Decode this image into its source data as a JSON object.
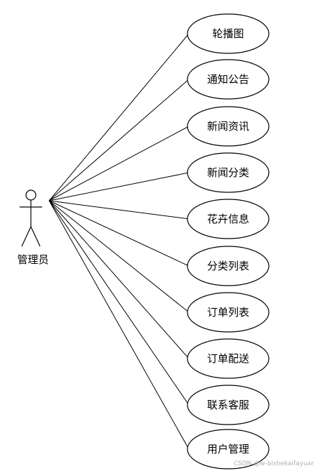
{
  "actor": {
    "label": "管理员"
  },
  "use_cases": [
    {
      "label": "轮播图"
    },
    {
      "label": "通知公告"
    },
    {
      "label": "新闻资讯"
    },
    {
      "label": "新闻分类"
    },
    {
      "label": "花卉信息"
    },
    {
      "label": "分类列表"
    },
    {
      "label": "订单列表"
    },
    {
      "label": "订单配送"
    },
    {
      "label": "联系客服"
    },
    {
      "label": "用户管理"
    }
  ],
  "watermark": "CSDN @w-bishekaifayuar"
}
